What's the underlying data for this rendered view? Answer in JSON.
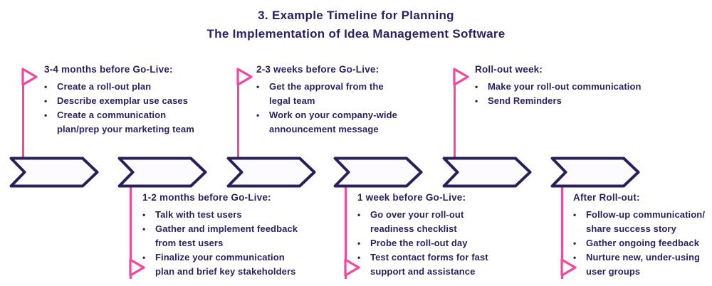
{
  "title": {
    "line1": "3. Example Timeline for Planning",
    "line2": "The Implementation of Idea Management Software"
  },
  "colors": {
    "navy": "#2b2263",
    "pink": "#f8459a",
    "chevron_fill": "#fcfbfe",
    "background": "#ffffff"
  },
  "icons": {
    "bullet": "•",
    "flag": "pennant-flag",
    "chevron": "right-arrow-banner"
  },
  "milestones": [
    {
      "order": 1,
      "flag_position": "top",
      "heading": "3-4 months before Go-Live:",
      "bullets": [
        "Create a roll-out plan",
        "Describe exemplar use cases",
        "Create a communication plan/prep your marketing team"
      ]
    },
    {
      "order": 2,
      "flag_position": "bottom",
      "heading": "1-2 months before Go-Live:",
      "bullets": [
        "Talk with test users",
        "Gather and implement feedback from test users",
        "Finalize your communication plan and brief key stakeholders"
      ]
    },
    {
      "order": 3,
      "flag_position": "top",
      "heading": "2-3 weeks before Go-Live:",
      "bullets": [
        "Get the approval from the legal team",
        "Work on your company-wide announcement message"
      ]
    },
    {
      "order": 4,
      "flag_position": "bottom",
      "heading": "1 week before Go-Live:",
      "bullets": [
        "Go over your roll-out readiness checklist",
        "Probe the roll-out day",
        "Test contact forms for fast support and assistance"
      ]
    },
    {
      "order": 5,
      "flag_position": "top",
      "heading": "Roll-out week:",
      "bullets": [
        "Make your roll-out communication",
        "Send Reminders"
      ]
    },
    {
      "order": 6,
      "flag_position": "bottom",
      "heading": "After Roll-out:",
      "bullets": [
        "Follow-up communication/ share success story",
        "Gather ongoing feedback",
        "Nurture new, under-using user groups"
      ]
    }
  ]
}
